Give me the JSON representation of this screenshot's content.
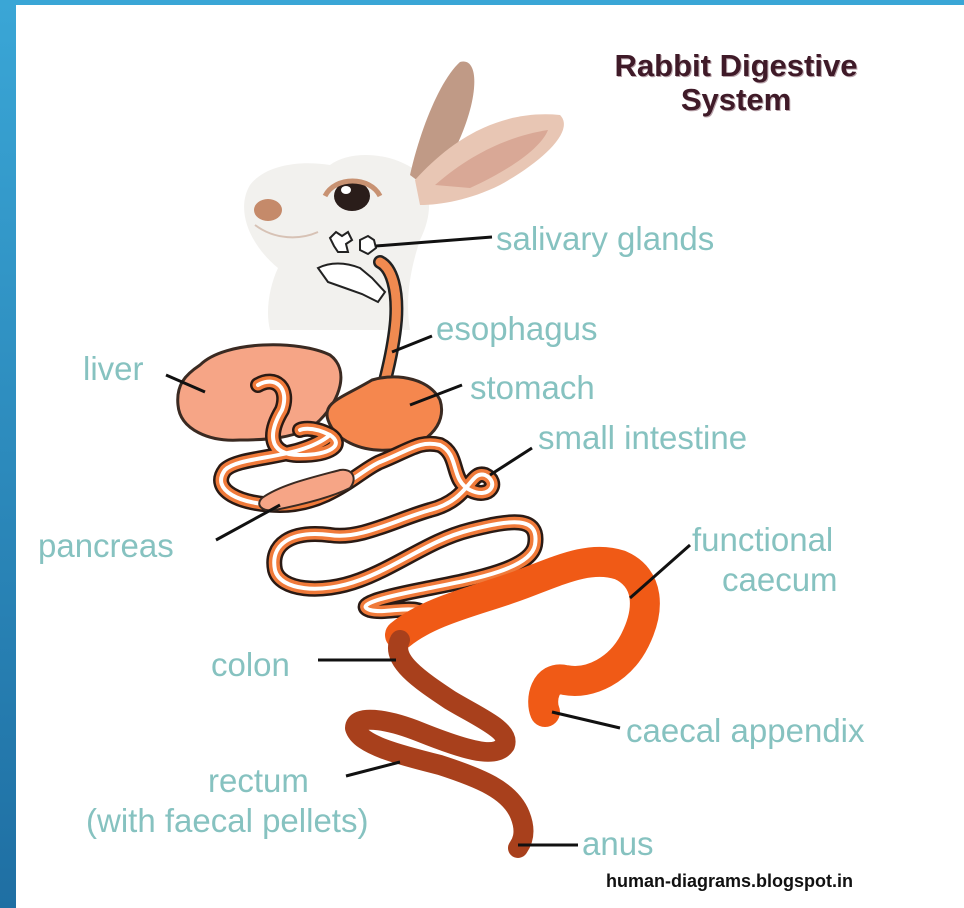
{
  "title": {
    "line1": "Rabbit Digestive",
    "line2": "System"
  },
  "labels": {
    "salivary_glands": "salivary glands",
    "esophagus": "esophagus",
    "stomach": "stomach",
    "liver": "liver",
    "small_intestine": "small intestine",
    "pancreas": "pancreas",
    "functional_caecum_1": "functional",
    "functional_caecum_2": "caecum",
    "colon": "colon",
    "caecal_appendix": "caecal appendix",
    "rectum_1": "rectum",
    "rectum_2": "(with faecal pellets)",
    "anus": "anus"
  },
  "credit": "human-diagrams.blogspot.in",
  "colors": {
    "label_text": "#86c2c0",
    "title_text": "#3f1a28",
    "liver": "#f6a586",
    "stomach": "#f5874e",
    "intestine": "#f07a3a",
    "caecum": "#f05a16",
    "colon": "#a8401c",
    "background": "#2b8fc4"
  },
  "icons": [
    "rabbit-head-illustration"
  ]
}
